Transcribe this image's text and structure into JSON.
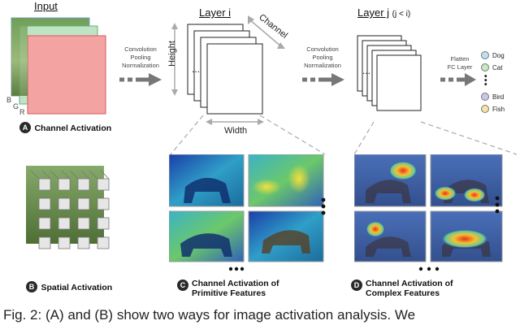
{
  "input": {
    "title": "Input",
    "channels": [
      "B",
      "G",
      "R"
    ]
  },
  "ops1": [
    "Convolution",
    "Pooling",
    "Normalization"
  ],
  "ops2": [
    "Convolution",
    "Pooling",
    "Normalization"
  ],
  "ops3": [
    "Flatten",
    "FC Layer"
  ],
  "layer_i": {
    "title": "Layer i",
    "height_label": "Height",
    "width_label": "Width",
    "channel_label": "Channel",
    "ellipsis": "..."
  },
  "layer_j": {
    "title": "Layer j",
    "suffix": "(j < i)",
    "ellipsis": "..."
  },
  "classes": [
    {
      "name": "Dog",
      "color": "#bfe0f2"
    },
    {
      "name": "Cat",
      "color": "#c7e8c0"
    },
    {
      "name": "Bird",
      "color": "#c9c7ea"
    },
    {
      "name": "Fish",
      "color": "#f7e3a3"
    }
  ],
  "panels": {
    "A": {
      "badge": "A",
      "label": "Channel Activation"
    },
    "B": {
      "badge": "B",
      "label": "Spatial Activation"
    },
    "C": {
      "badge": "C",
      "line1": "Channel Activation of",
      "line2": "Primitive Features"
    },
    "D": {
      "badge": "D",
      "line1": "Channel Activation of",
      "line2": "Complex Features"
    }
  },
  "caption": "Fig. 2: (A) and (B) show two ways for image activation analysis. We",
  "colors": {
    "red_channel": "#f4a3a3",
    "green_channel": "#bde5c4",
    "blue_channel": "#a9c8ea",
    "heat_blue": "#1b3fa8",
    "heat_red": "#e8321e"
  }
}
